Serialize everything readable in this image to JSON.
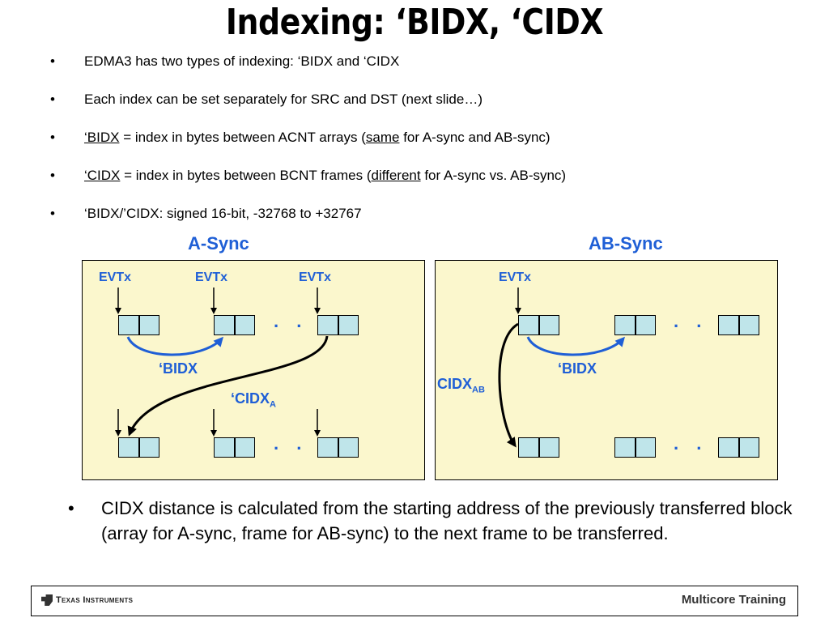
{
  "slide": {
    "title": "Indexing: ‘BIDX, ‘CIDX",
    "bullets": [
      {
        "parts": [
          {
            "t": "EDMA3 has two types of indexing: ‘BIDX and ‘CIDX",
            "u": false
          }
        ]
      },
      {
        "parts": [
          {
            "t": "Each index can be set separately for SRC and DST (next slide…)",
            "u": false
          }
        ]
      },
      {
        "parts": [
          {
            "t": "‘BIDX",
            "u": true
          },
          {
            "t": " = index in bytes between ACNT arrays (",
            "u": false
          },
          {
            "t": "same",
            "u": true
          },
          {
            "t": " for A-sync and AB-sync)",
            "u": false
          }
        ]
      },
      {
        "parts": [
          {
            "t": "‘CIDX",
            "u": true
          },
          {
            "t": " = index in bytes between BCNT frames (",
            "u": false
          },
          {
            "t": "different",
            "u": true
          },
          {
            "t": " for A-sync vs. AB-sync)",
            "u": false
          }
        ]
      },
      {
        "parts": [
          {
            "t": "‘BIDX/’CIDX: signed 16-bit, -32768 to +32767",
            "u": false
          }
        ]
      }
    ],
    "bullet_glyph": "•",
    "note": "CIDX distance is calculated from the starting address of the previously transferred block (array for A-sync, frame for AB-sync) to the next frame to be transferred."
  },
  "a_sync": {
    "title": "A-Sync",
    "evt_labels": [
      "EVTx",
      "EVTx",
      "EVTx"
    ],
    "bidx_label": "‘BIDX",
    "cidx_label": "‘CIDX",
    "cidx_sub": "A",
    "ellipsis": ". ."
  },
  "ab_sync": {
    "title": "AB-Sync",
    "evt_labels": [
      "EVTx"
    ],
    "bidx_label": "‘BIDX",
    "cidx_label": "CIDX",
    "cidx_sub": "AB",
    "ellipsis": ". ."
  },
  "footer": {
    "logo_text": "Texas Instruments",
    "right_text": "Multicore Training"
  },
  "colors": {
    "accent": "#1f5fd6",
    "panel_bg": "#fbf7cd",
    "cell_bg": "#bfe5ea"
  }
}
